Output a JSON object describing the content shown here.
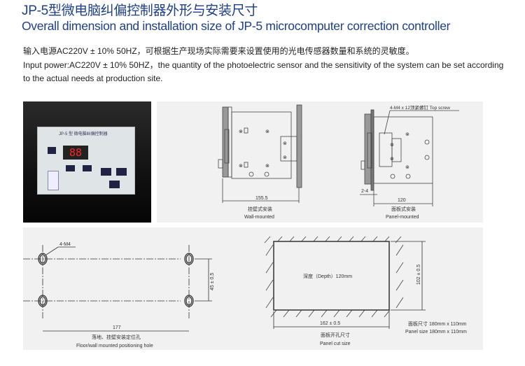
{
  "title_cn": "JP-5型微电脑纠偏控制器外形与安装尺寸",
  "title_en": "Overall dimension and installation size of JP-5 microcomputer correction controller",
  "desc_cn": "输入电源AC220V ± 10% 50HZ，可根据生产现场实际需要来设置使用的光电传感器数量和系统的灵敏度。",
  "desc_en_1": "Input power:AC220V ± 10% 50HZ，the quantity of the photoelectric sensor and the sensitivity of the system can be set according",
  "desc_en_2": "to the actual needs at production site.",
  "device": {
    "model": "JP-5 型 微电脑纠偏控制器",
    "display": "88"
  },
  "wall": {
    "dim": "155.5",
    "cn": "挂壁式安装",
    "en": "Wall-mounted"
  },
  "panel_mount": {
    "screw": "4-M4 x 12顶紧螺钉 Top screw",
    "gap": "2-4",
    "dim": "120",
    "cn": "面板式安装",
    "en": "Panel-mounted"
  },
  "holes": {
    "label": "4-M4",
    "vdim": "45 ± 0.5",
    "hdim": "177",
    "cn": "落地、挂壁安装定位孔",
    "en": "Floor/wall mounted positioning hole"
  },
  "cut": {
    "depth": "深度（Depth）120mm",
    "vdim": "102 ± 0.5",
    "hdim": "162 ± 0.5",
    "cn": "面板开孔尺寸",
    "en": "Panel cut size",
    "size_cn": "面板尺寸 180mm x 110mm",
    "size_en": "Panel size 180mm x 110mm"
  }
}
